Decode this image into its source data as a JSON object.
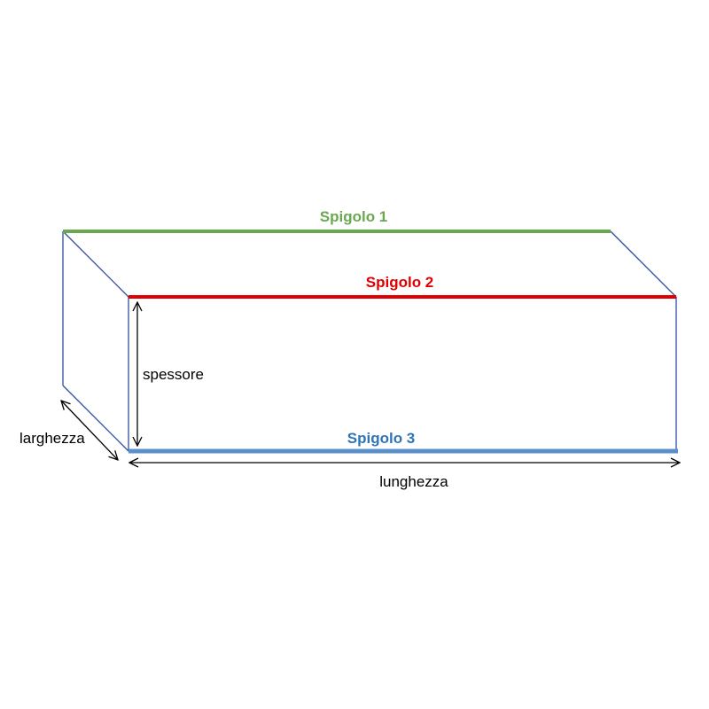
{
  "colors": {
    "box_outline": "#2f4f9e",
    "spigolo1": "#6aa84f",
    "spigolo2": "#e00000",
    "spigolo3": "#5b8fc9",
    "spigolo3_text": "#2e75b6",
    "dimension": "#000000"
  },
  "edges": {
    "spigolo1": "Spigolo 1",
    "spigolo2": "Spigolo 2",
    "spigolo3": "Spigolo 3"
  },
  "dimensions": {
    "spessore": "spessore",
    "larghezza": "larghezza",
    "lunghezza": "lunghezza"
  }
}
